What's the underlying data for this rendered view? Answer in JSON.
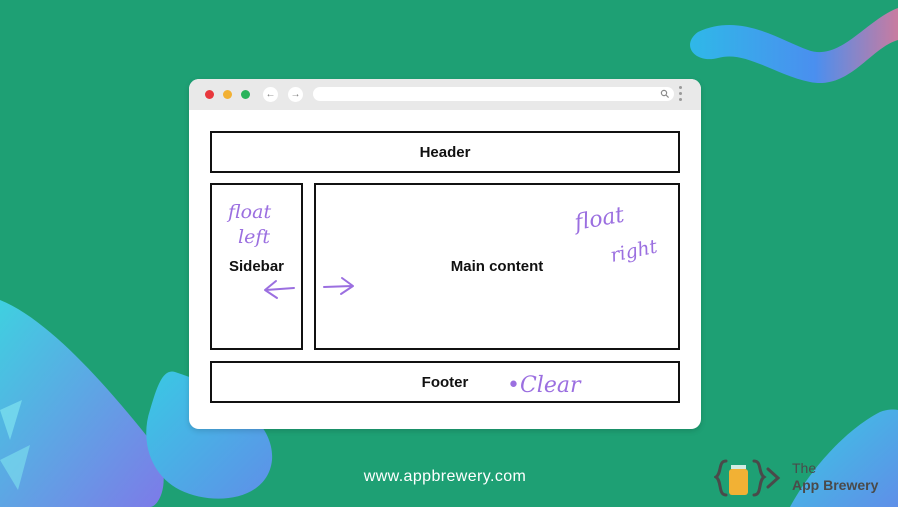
{
  "diagram": {
    "header_label": "Header",
    "sidebar_label": "Sidebar",
    "main_label": "Main content",
    "footer_label": "Footer"
  },
  "annotations": {
    "sidebar_note": "float left",
    "main_note": "float right",
    "footer_note": "•Clear"
  },
  "footer": {
    "website": "www.appbrewery.com"
  },
  "brand": {
    "line1": "The",
    "line2": "App Brewery"
  },
  "colors": {
    "background": "#1ea074",
    "annotation_ink": "#9b6fe0",
    "accent_gradient_start": "#35c6e6",
    "accent_gradient_end": "#8a63ea"
  }
}
